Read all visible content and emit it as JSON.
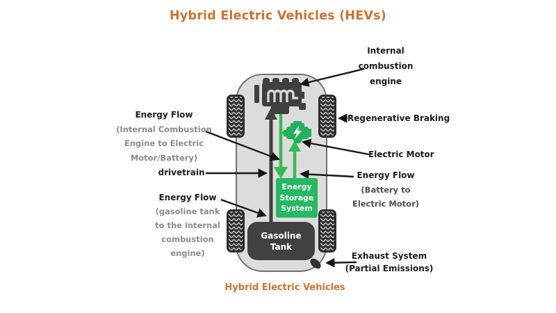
{
  "title": "Hybrid Electric Vehicles (HEVs)",
  "caption": "Hybrid Electric Vehicles",
  "colors": {
    "title_orange": "#d0722b",
    "box_green": "#26b863",
    "flow_green": "#35bb52",
    "component_dark": "#3f3f3f",
    "car_body_gray": "#dcdcdc",
    "label_black": "#1b1b1b",
    "label_gray": "#8b8b8b"
  },
  "car": {
    "energy_storage_box": {
      "lines": [
        "Energy",
        "Storage",
        "System"
      ]
    },
    "gasoline_tank_box": {
      "lines": [
        "Gasoline",
        "Tank"
      ]
    }
  },
  "labels": {
    "ice": {
      "lines": [
        "Internal",
        "combustion",
        "engine"
      ]
    },
    "regen": {
      "text": "Regenerative Braking"
    },
    "motor": {
      "text": "Electric Motor"
    },
    "flow_battery": {
      "title": "Energy Flow",
      "sub_lines": [
        "(Battery to",
        "Electric Motor)"
      ]
    },
    "flow_ice": {
      "title": "Energy Flow",
      "sub_lines": [
        "(Internal Combustion",
        "Engine to Electric",
        "Motor/Battery)"
      ]
    },
    "drivetrain": {
      "text": "drivetrain"
    },
    "flow_gasoline": {
      "title": "Energy Flow",
      "sub_lines": [
        "(gasoline tank",
        "to the internal",
        "combustion",
        "engine)"
      ]
    },
    "exhaust": {
      "lines": [
        "Exhaust System",
        "(Partial Emissions)"
      ]
    }
  }
}
